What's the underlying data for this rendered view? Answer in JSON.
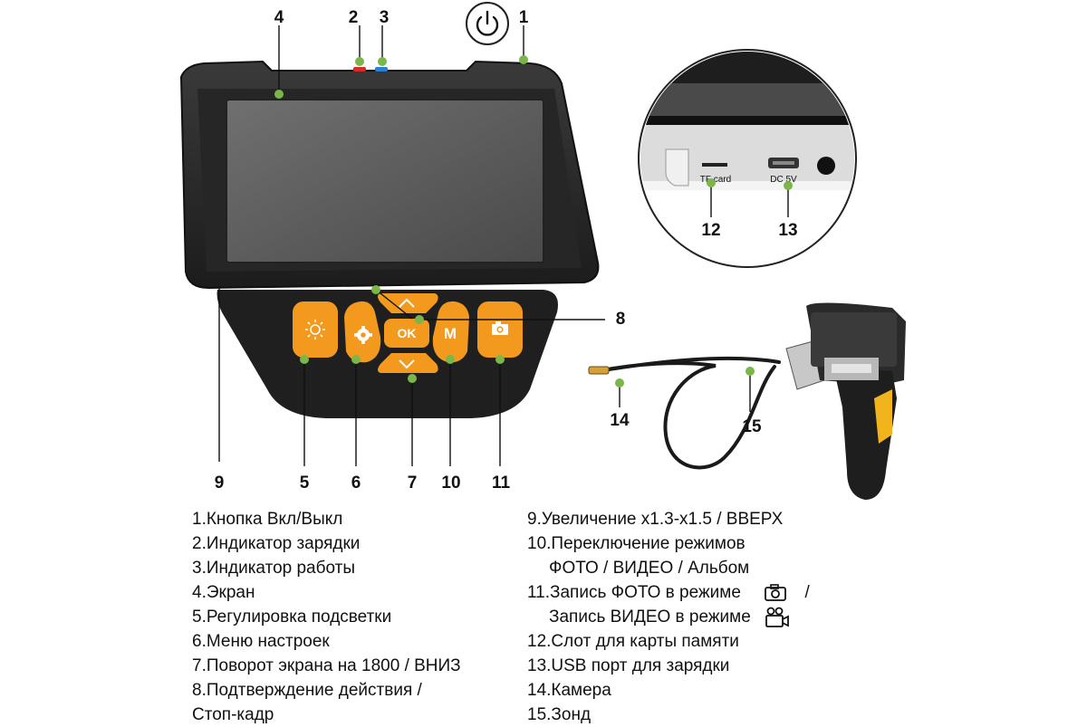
{
  "colors": {
    "device_body": "#2b2b2b",
    "device_frame": "#1a1a1a",
    "screen": "#5e5e5e",
    "buttons": "#f39a1e",
    "marker": "#7ab648",
    "led_red": "#d62b2b",
    "led_blue": "#2a7fd4",
    "probe_yellow": "#f2b41c"
  },
  "callouts": {
    "c1": "1",
    "c2": "2",
    "c3": "3",
    "c4": "4",
    "c5": "5",
    "c6": "6",
    "c7": "7",
    "c8": "8",
    "c9": "9",
    "c10": "10",
    "c11": "11",
    "c12": "12",
    "c13": "13",
    "c14": "14",
    "c15": "15"
  },
  "port_labels": {
    "tf": "TF card",
    "dc": "DC 5V"
  },
  "buttons": {
    "ok": "OK",
    "m": "M"
  },
  "icons": {
    "power": "power-icon",
    "brightness": "sun-icon",
    "settings": "gear-icon",
    "up": "chevron-up-icon",
    "down": "chevron-down-icon",
    "camera": "camera-icon",
    "video": "video-camera-icon"
  },
  "legend_left": [
    "1.Кнопка Вкл/Выкл",
    "2.Индикатор зарядки",
    "3.Индикатор работы",
    "4.Экран",
    "5.Регулировка подсветки",
    "6.Меню настроек",
    "7.Поворот экрана на 1800 / ВНИЗ",
    "8.Подтверждение действия /",
    "Стоп-кадр"
  ],
  "legend_right": {
    "l9": "9.Увеличение x1.3-x1.5 / ВВЕРХ",
    "l10a": "10.Переключение режимов",
    "l10b": "ФОТО / ВИДЕО / Альбом",
    "l11a": "11.Запись ФОТО в режиме",
    "l11a_sep": "/",
    "l11b": "Запись ВИДЕО в режиме",
    "l12": "12.Слот для карты памяти",
    "l13": "13.USB порт для зарядки",
    "l14": "14.Камера",
    "l15": "15.Зонд"
  }
}
